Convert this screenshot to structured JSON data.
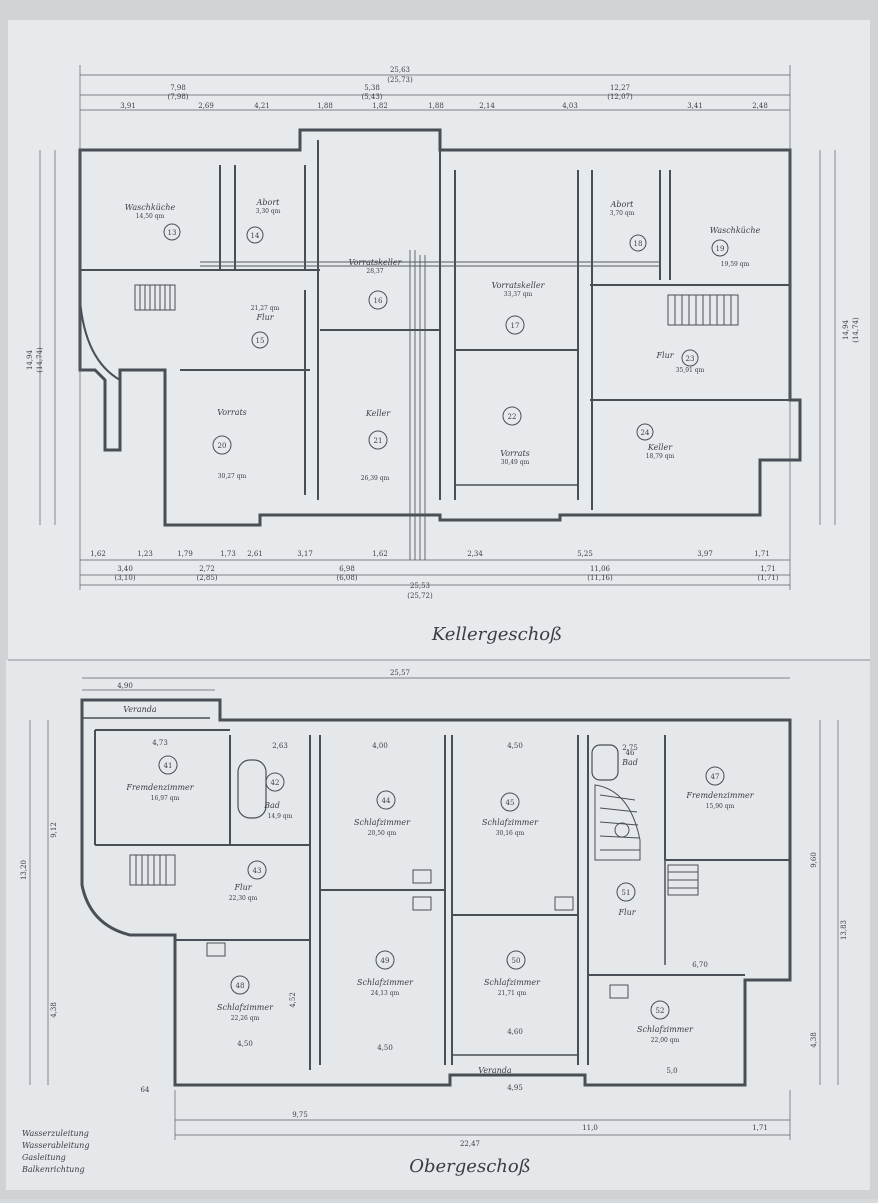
{
  "titles": {
    "basement": "Kellergeschoß",
    "upper": "Obergeschoß"
  },
  "legend": [
    "Wasserzuleitung",
    "Wasserableitung",
    "Gasleitung",
    "Balkenrichtung"
  ],
  "basement": {
    "rooms": [
      {
        "name": "Waschküche",
        "area": "14,50 qm",
        "num": "13"
      },
      {
        "name": "Abort",
        "area": "3,30 qm",
        "num": "14"
      },
      {
        "name": "Vorratskeller",
        "area": "28,37",
        "num": "16"
      },
      {
        "name": "Vorratskeller",
        "area": "33,37 qm",
        "num": "17"
      },
      {
        "name": "Abort",
        "area": "3,70 qm",
        "num": "18"
      },
      {
        "name": "Waschküche",
        "area": "19,59 qm",
        "num": "19"
      },
      {
        "name": "Flur",
        "area": "21,27 qm",
        "num": "15"
      },
      {
        "name": "Flur",
        "area": "35,91 qm",
        "num": "23"
      },
      {
        "name": "Vorrats",
        "area": "30,27 qm",
        "num": "20"
      },
      {
        "name": "Keller",
        "area": "26,39 qm",
        "num": "21"
      },
      {
        "name": "Vorrats",
        "area": "30,49 qm",
        "num": "22"
      },
      {
        "name": "Keller",
        "area": "18,79 qm",
        "num": "24"
      }
    ],
    "top_total": "25,63",
    "top_total_alt": "(25,73)",
    "top_left": "7,98",
    "top_left_alt": "(7,98)",
    "top_mid": "5,38",
    "top_mid_alt": "(5,43)",
    "top_right": "12,27",
    "top_right_alt": "(12,07)",
    "top_segments": [
      "3,91",
      "2,69",
      "4,21",
      "1,88",
      "1,82",
      "1,88",
      "2,14",
      "4,03",
      "3,41",
      "2,48"
    ],
    "bottom_segments": [
      "1,62",
      "1,23",
      "1,79",
      "1,73",
      "2,61",
      "3,17",
      "1,62",
      "2,34",
      "5,25",
      "3,97",
      "1,71"
    ],
    "bottom_sub": [
      "3,40",
      "(3,10)",
      "2,72",
      "(2,85)",
      "6,98",
      "(6,08)",
      "11,06",
      "(11,16)",
      "1,71",
      "(1,71)"
    ],
    "bottom_total": "25,53",
    "bottom_total_alt": "(25,72)",
    "left_total": "14,94",
    "left_total_alt": "(14,74)",
    "right_total": "14,94",
    "right_total_alt": "(14,74)"
  },
  "upper": {
    "rooms": [
      {
        "name": "Veranda",
        "area": "",
        "num": ""
      },
      {
        "name": "Fremdenzimmer",
        "area": "16,97 qm",
        "num": "41"
      },
      {
        "name": "Bad",
        "area": "14,9 qm",
        "num": "42"
      },
      {
        "name": "Flur",
        "area": "22,30 qm",
        "num": "43"
      },
      {
        "name": "Schlafzimmer",
        "area": "20,50 qm",
        "num": "44"
      },
      {
        "name": "Schlafzimmer",
        "area": "30,16 qm",
        "num": "45"
      },
      {
        "name": "Bad",
        "area": "",
        "num": "46"
      },
      {
        "name": "Fremdenzimmer",
        "area": "15,90 qm",
        "num": "47"
      },
      {
        "name": "Schlafzimmer",
        "area": "22,26 qm",
        "num": "48"
      },
      {
        "name": "Schlafzimmer",
        "area": "24,13 qm",
        "num": "49"
      },
      {
        "name": "Schlafzimmer",
        "area": "21,71 qm",
        "num": "50"
      },
      {
        "name": "Flur",
        "area": "",
        "num": "51"
      },
      {
        "name": "Schlafzimmer",
        "area": "22,00 qm",
        "num": "52"
      },
      {
        "name": "Veranda",
        "area": "",
        "num": ""
      }
    ],
    "top_total": "25,57",
    "top_left": "4,90",
    "inner_dims": [
      "4,73",
      "2,63",
      "4,00",
      "4,50",
      "2,75",
      "4,52",
      "4,50",
      "4,50",
      "4,60",
      "4,95",
      "5,0",
      "6,70"
    ],
    "bottom_a": "9,75",
    "bottom_b": "11,0",
    "bottom_c": "1,71",
    "bottom_total": "22,47",
    "left_a": "13,20",
    "left_b": "9,12",
    "left_c": "4,38",
    "right_a": "9,60",
    "right_b": "13,83",
    "right_c": "4,38"
  },
  "margin_note": "64"
}
